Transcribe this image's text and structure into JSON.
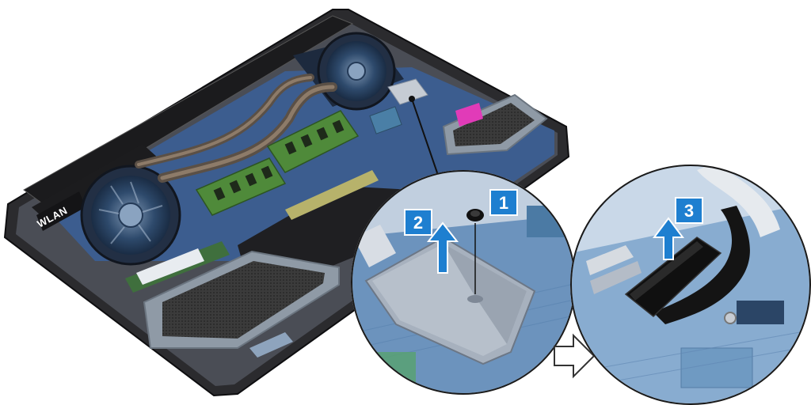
{
  "labels": {
    "wlan": "WLAN"
  },
  "steps": [
    {
      "number": "1"
    },
    {
      "number": "2"
    },
    {
      "number": "3"
    }
  ],
  "colors": {
    "step_badge": "#1e7fd0",
    "arrow": "#1e7fd0",
    "chassis": "#2a2a2d",
    "board": "#3c5d8f",
    "ram": "#4f8a3a",
    "fan": "#1f3350",
    "bracket": "#a7b1be",
    "cable": "#141414"
  },
  "icons": {
    "flow_arrow": "outline-right-arrow",
    "lift_arrow": "up-arrow"
  }
}
